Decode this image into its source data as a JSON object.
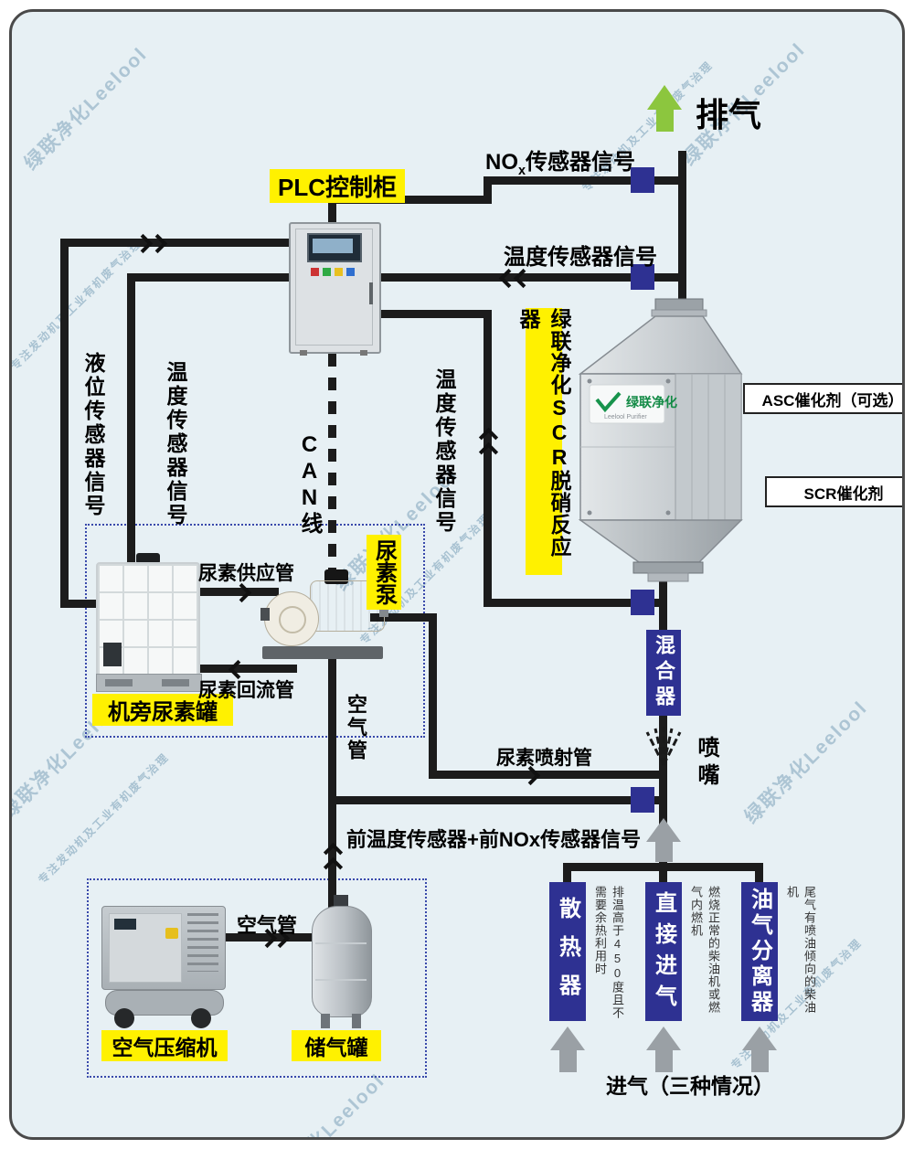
{
  "exhaust": {
    "label": "排气"
  },
  "plc": {
    "label": "PLC控制柜"
  },
  "signals": {
    "nox_top": {
      "prefix": "NO",
      "sub": "x",
      "rest": "传感器信号"
    },
    "temp_top": "温度传感器信号",
    "level_left": "液位传感器信号",
    "temp_left": "温度传感器信号",
    "can": "CAN线",
    "temp_right": "温度传感器信号",
    "front_combined": "前温度传感器+前NOx传感器信号"
  },
  "reactor": {
    "label": "绿联净化SCR脱硝反应器",
    "logo_cn": "绿联净化",
    "logo_en": "Leelool Purifier",
    "asc": "ASC催化剂（可选）",
    "scr": "SCR催化剂"
  },
  "mixer": {
    "label": "混合器"
  },
  "nozzle": {
    "label": "喷嘴"
  },
  "urea": {
    "supply": "尿素供应管",
    "return": "尿素回流管",
    "pump": "尿素泵",
    "tank": "机旁尿素罐",
    "injection": "尿素喷射管"
  },
  "air": {
    "pipe_vertical": "空气管",
    "pipe_bottom": "空气管",
    "compressor": "空气压缩机",
    "tank": "储气罐"
  },
  "intake": {
    "title": "进气（三种情况）",
    "options": [
      {
        "label": "散热器",
        "note": "排温高于450度且不需要余热利用时"
      },
      {
        "label": "直接进气",
        "note": "燃烧正常的柴油机或燃气内燃机"
      },
      {
        "label": "油气分离器",
        "note": "尾气有喷油倾向的柴油机"
      }
    ]
  },
  "watermark": {
    "brand": "绿联净化Leelool",
    "slogan": "专注发动机及工业有机废气治理"
  },
  "colors": {
    "accent_yellow": "#fff100",
    "accent_blue": "#2e3192",
    "arrow_green": "#8cc63e",
    "line_black": "#1c1c1c"
  }
}
